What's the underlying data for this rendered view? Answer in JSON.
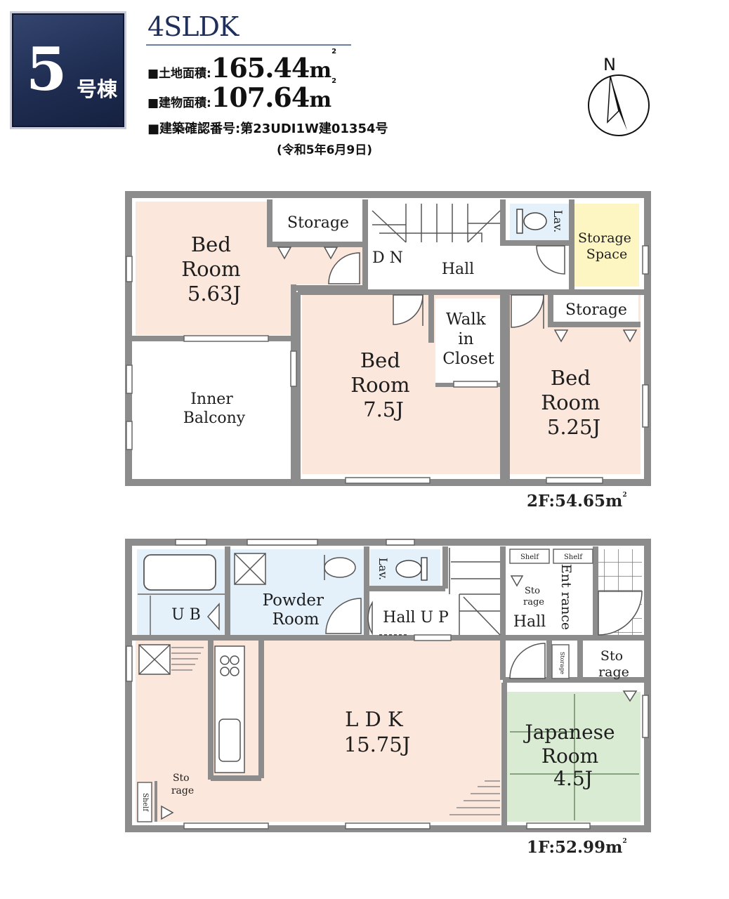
{
  "badge": {
    "number": "5",
    "suffix": "号棟"
  },
  "layout_title": "4SLDK",
  "land_area": {
    "label": "■土地面積:",
    "value": "165.44",
    "unit": "m",
    "sup": "2"
  },
  "building_area": {
    "label": "■建物面積:",
    "value": "107.64",
    "unit": "m",
    "sup": "2"
  },
  "permit": {
    "text": "■建築確認番号:第23UDI1W建01354号",
    "date": "(令和5年6月9日)"
  },
  "compass": {
    "label": "N"
  },
  "floor2": {
    "area_label": "2F:54.65",
    "rooms": {
      "bed1": [
        "Bed",
        "Room",
        "5.63J"
      ],
      "storage_a": "Storage",
      "dn": "D N",
      "hall": "Hall",
      "lav": "Lav.",
      "storage_space": [
        "Storage",
        "Space"
      ],
      "bed2": [
        "Bed",
        "Room",
        "7.5J"
      ],
      "walk_in": [
        "Walk",
        "in",
        "Closet"
      ],
      "storage_b": "Storage",
      "bed3": [
        "Bed",
        "Room",
        "5.25J"
      ],
      "inner_balcony": [
        "Inner",
        "Balcony"
      ]
    }
  },
  "floor1": {
    "area_label": "1F:52.99",
    "rooms": {
      "ub": "U B",
      "powder": [
        "Powder",
        "Room"
      ],
      "lav": "Lav.",
      "hall_up": "Hall U P",
      "shelf1": "Shelf",
      "shelf2": "Shelf",
      "sto_rage": [
        "Sto",
        "rage"
      ],
      "entrance": "Ent rance",
      "hall": "Hall",
      "storage_small": "Storage",
      "sto_rage2": [
        "Sto",
        "rage"
      ],
      "ldk": [
        "L D K",
        "15.75J"
      ],
      "japanese": [
        "Japanese",
        "Room",
        "4.5J"
      ],
      "sto_rage3": [
        "Sto",
        "rage"
      ],
      "shelf3": "Shelf"
    }
  },
  "colors": {
    "bed": "#fbe7dc",
    "hall": "#ffffff",
    "wet": "#e4f1fb",
    "storage_space": "#fdf6c3",
    "japanese": "#d9ecd3",
    "wall": "#888888",
    "badge": "#22315a"
  }
}
